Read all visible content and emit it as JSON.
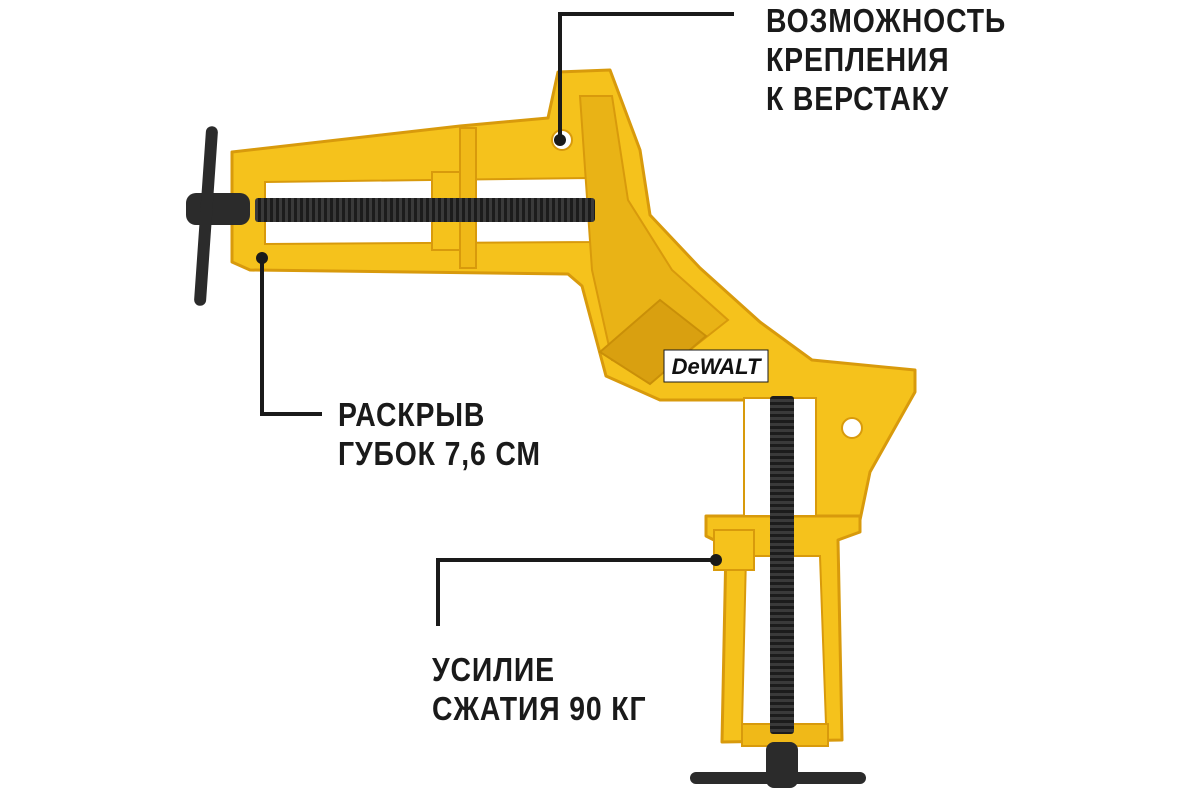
{
  "product": {
    "brand_text": "DeWALT",
    "colors": {
      "body": "#f5c21c",
      "body_shade": "#e5a913",
      "body_edge": "#d89a0c",
      "metal": "#2b2b2b",
      "line": "#1a1a1a"
    }
  },
  "callouts": {
    "mount": {
      "line1": "ВОЗМОЖНОСТЬ",
      "line2": "КРЕПЛЕНИЯ",
      "line3": "К ВЕРСТАКУ"
    },
    "jaw": {
      "line1": "РАСКРЫВ",
      "line2": "ГУБОК 7,6 СМ"
    },
    "force": {
      "line1": "УСИЛИЕ",
      "line2": "СЖАТИЯ 90 КГ"
    }
  }
}
